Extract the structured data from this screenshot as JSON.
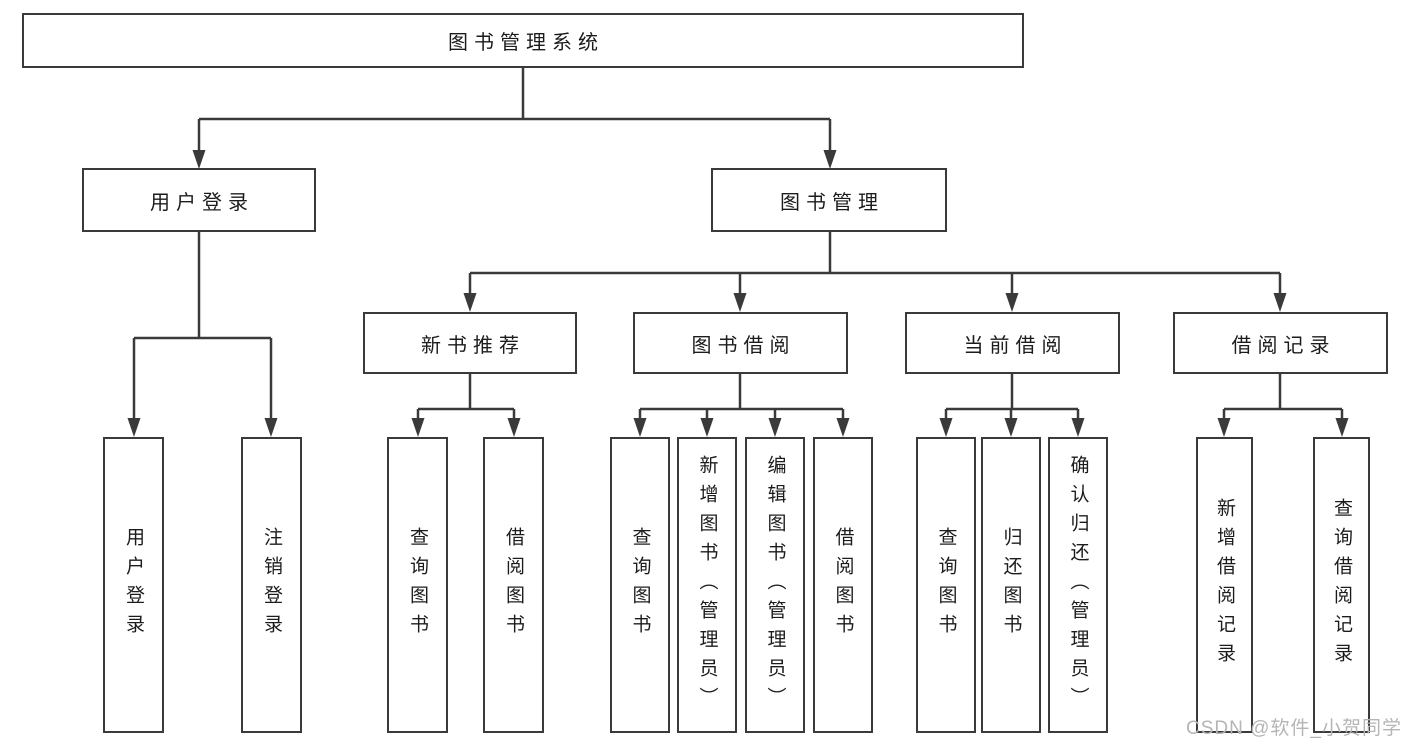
{
  "diagram_type": "hierarchy-tree",
  "hierarchy": {
    "label": "图书管理系统",
    "children": [
      {
        "label": "用户登录",
        "children": [
          {
            "label": "用户登录"
          },
          {
            "label": "注销登录"
          }
        ]
      },
      {
        "label": "图书管理",
        "children": [
          {
            "label": "新书推荐",
            "children": [
              {
                "label": "查询图书"
              },
              {
                "label": "借阅图书"
              }
            ]
          },
          {
            "label": "图书借阅",
            "children": [
              {
                "label": "查询图书"
              },
              {
                "label": "新增图书（管理员）"
              },
              {
                "label": "编辑图书（管理员）"
              },
              {
                "label": "借阅图书"
              }
            ]
          },
          {
            "label": "当前借阅",
            "children": [
              {
                "label": "查询图书"
              },
              {
                "label": "归还图书"
              },
              {
                "label": "确认归还（管理员）"
              }
            ]
          },
          {
            "label": "借阅记录",
            "children": [
              {
                "label": "新增借阅记录"
              },
              {
                "label": "查询借阅记录"
              }
            ]
          }
        ]
      }
    ]
  },
  "watermark": {
    "text": "CSDN @软件_小贺同学"
  },
  "colors": {
    "line": "#3a3a3a",
    "box_border": "#3a3a3a",
    "text": "#1c1c1c",
    "watermark_gray": "#b5b5b5",
    "background": "#ffffff"
  }
}
